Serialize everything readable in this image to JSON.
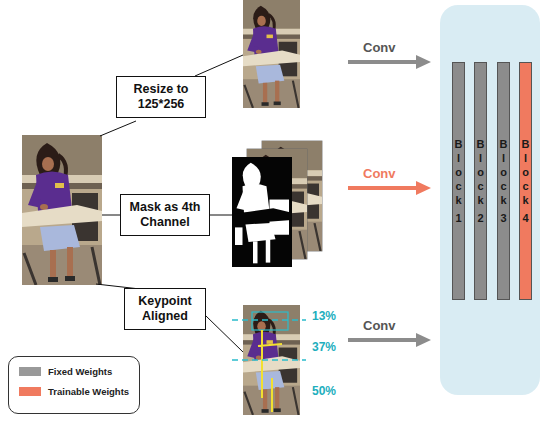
{
  "diagram": {
    "nodes": [
      {
        "text": [
          "Resize to 125*256"
        ]
      },
      {
        "text": [
          "Mask as 4th Channel"
        ]
      },
      {
        "text": [
          "Keypoint Aligned"
        ]
      },
      {
        "text": [
          "Block 1"
        ]
      },
      {
        "text": [
          "Block 2"
        ]
      },
      {
        "text": [
          "Block 3"
        ]
      },
      {
        "text": [
          "Block 4"
        ]
      }
    ],
    "labels": [
      "Conv",
      "Conv",
      "Conv",
      "13%",
      "37%",
      "50%"
    ],
    "legend": [
      {
        "text": "Fixed Weights",
        "color": "#999999"
      },
      {
        "text": "Trainable Weights",
        "color": "#f07a5f"
      }
    ]
  }
}
